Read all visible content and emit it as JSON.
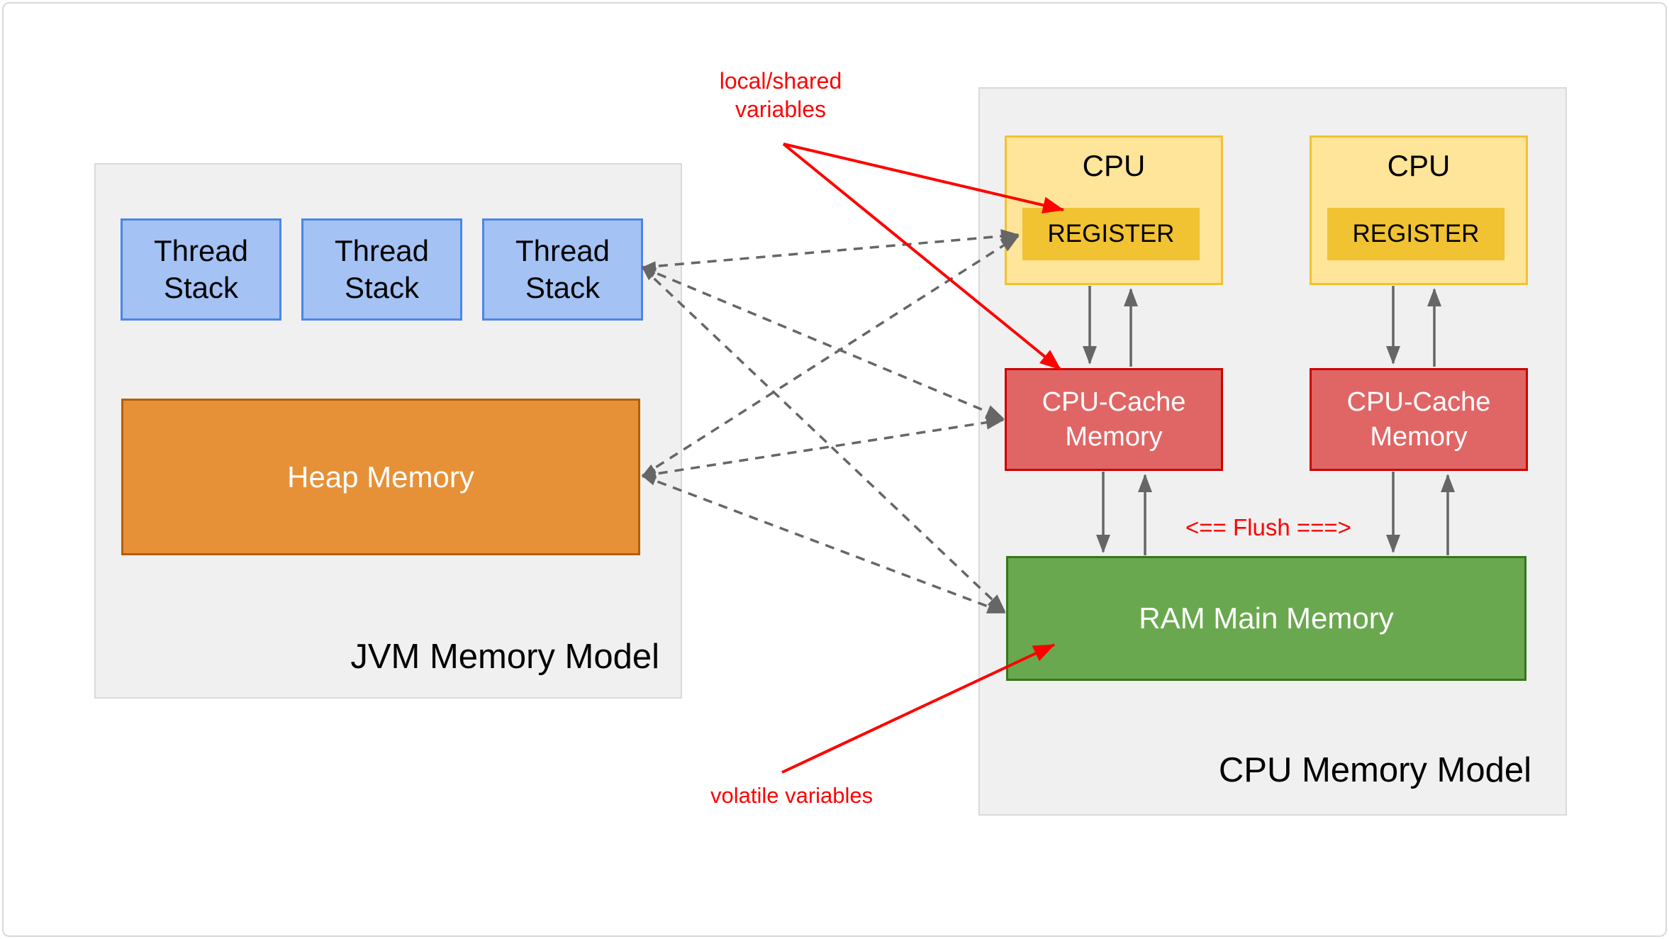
{
  "jvm_panel": {
    "label": "JVM Memory Model",
    "thread_stacks": [
      "Thread Stack",
      "Thread Stack",
      "Thread Stack"
    ],
    "heap_label": "Heap Memory"
  },
  "cpu_panel": {
    "label": "CPU Memory Model",
    "cpus": [
      {
        "name": "CPU",
        "register": "REGISTER"
      },
      {
        "name": "CPU",
        "register": "REGISTER"
      }
    ],
    "caches": [
      "CPU-Cache Memory",
      "CPU-Cache Memory"
    ],
    "ram_label": "RAM Main Memory",
    "flush_label": "<== Flush ===>"
  },
  "annotations": {
    "local_shared": "local/shared variables",
    "volatile": "volatile variables"
  },
  "colors": {
    "panel_bg": "#f0f0f0",
    "thread_fill": "#a4c2f4",
    "thread_border": "#4a86e8",
    "heap_fill": "#e69138",
    "heap_border": "#b45f06",
    "cpu_fill": "#ffe599",
    "cpu_border": "#f1c232",
    "register_fill": "#f1c232",
    "cache_fill": "#e06666",
    "cache_border": "#cc0000",
    "ram_fill": "#6aa84f",
    "ram_border": "#38761d",
    "arrow_gray": "#666666",
    "annotation_red": "#ff0000"
  }
}
